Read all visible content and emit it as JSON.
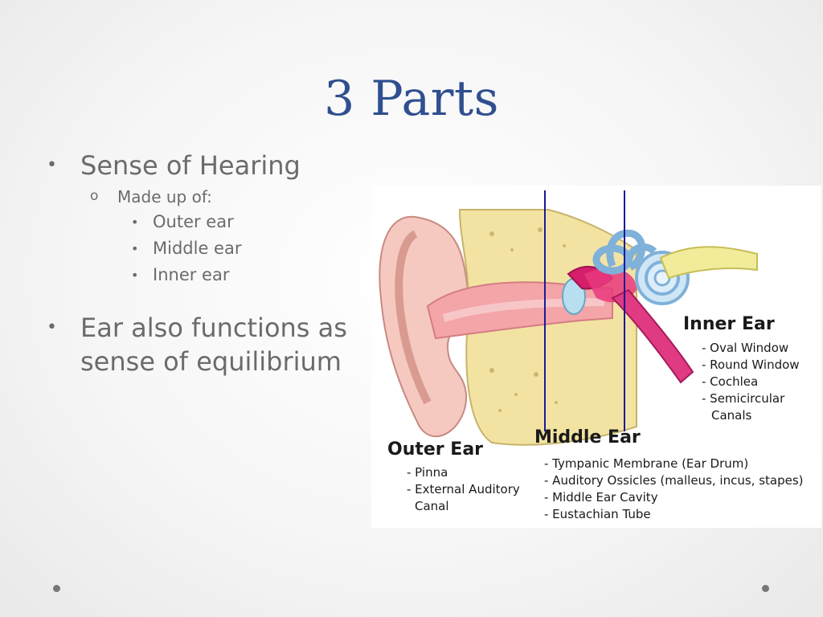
{
  "slide": {
    "title": "3 Parts"
  },
  "bullets": {
    "item1": "Sense of Hearing",
    "item1_sub": "Made up of:",
    "item1_sub_bullet": "o",
    "parts": [
      "Outer ear",
      "Middle ear",
      "Inner ear"
    ],
    "item2": "Ear also functions as sense of equilibrium",
    "bullet_glyph": "•"
  },
  "figure": {
    "inner": {
      "heading": "Inner Ear",
      "items": [
        "- Oval Window",
        "- Round Window",
        "- Cochlea",
        "- Semicircular",
        "Canals"
      ]
    },
    "middle": {
      "heading": "Middle Ear",
      "items": [
        "- Tympanic Membrane (Ear Drum)",
        "- Auditory Ossicles (malleus, incus, stapes)",
        "- Middle Ear Cavity",
        "- Eustachian Tube"
      ]
    },
    "outer": {
      "heading": "Outer Ear",
      "items": [
        "- Pinna",
        "- External Auditory",
        "Canal"
      ]
    }
  },
  "colors": {
    "title": "#2f4f8f",
    "text": "#6b6b6b",
    "divider_lines": "#1a1a99"
  }
}
